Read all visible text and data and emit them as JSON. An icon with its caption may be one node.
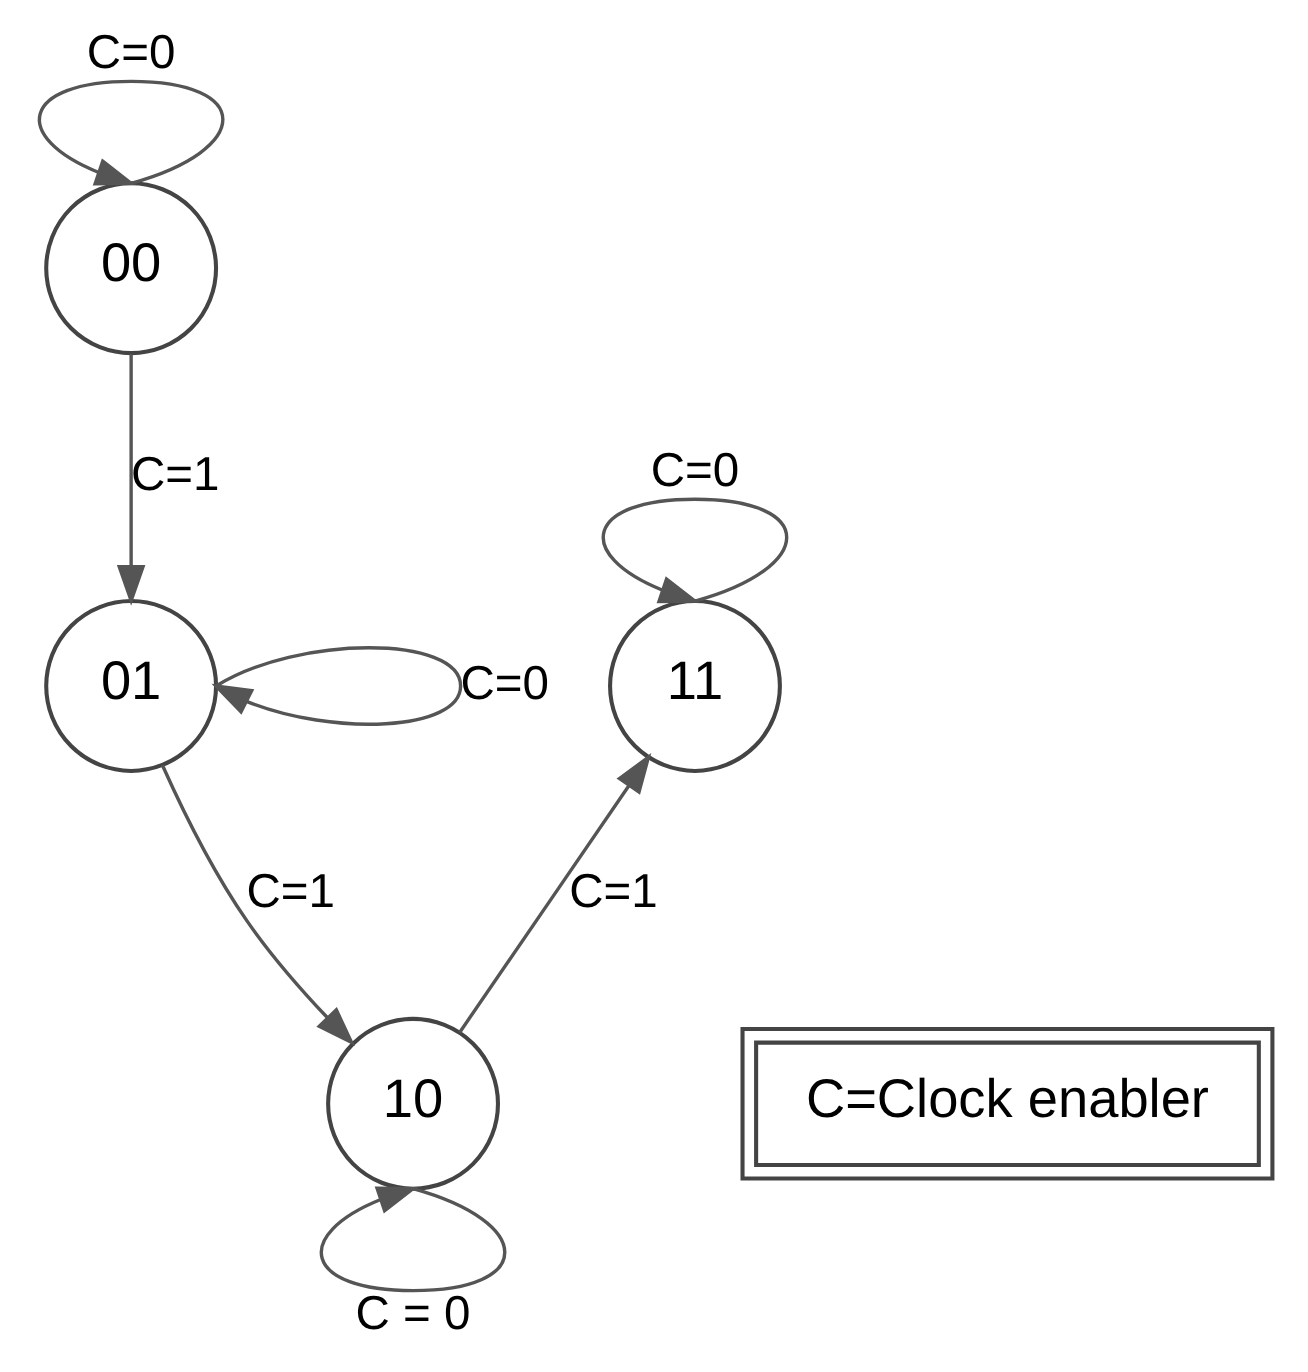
{
  "diagram": {
    "nodes": [
      {
        "text": [
          "00"
        ]
      },
      {
        "text": [
          "11"
        ]
      },
      {
        "text": [
          "01"
        ]
      },
      {
        "text": [
          "10"
        ]
      },
      {
        "text": [
          "C=Clock enabler"
        ]
      }
    ],
    "edges": [
      {
        "from": 0,
        "to": 0,
        "arrow": "to",
        "label": "C=0"
      },
      {
        "from": 0,
        "to": 2,
        "arrow": "to",
        "label": "C=1"
      },
      {
        "from": 1,
        "to": 1,
        "arrow": "to",
        "label": "C=0"
      },
      {
        "from": 2,
        "to": 2,
        "arrow": "to",
        "label": "C=0"
      },
      {
        "from": 2,
        "to": 3,
        "arrow": "to",
        "label": "C=1"
      },
      {
        "from": 3,
        "to": 1,
        "arrow": "to",
        "label": "C=1"
      },
      {
        "from": 3,
        "to": 3,
        "arrow": "to",
        "label": "C = 0"
      }
    ]
  }
}
